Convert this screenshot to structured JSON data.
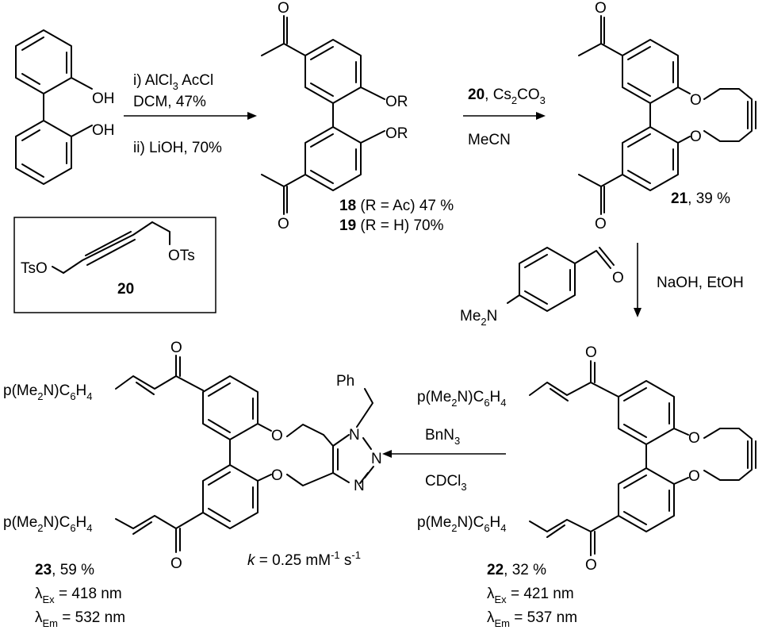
{
  "step1": {
    "line1": "i) AlCl",
    "line1_sub": "3",
    "line1_tail": " AcCl",
    "line2": "DCM, 47%",
    "line3": "ii) LiOH, 70%"
  },
  "step2": {
    "compound": "20",
    "reagent": ", Cs",
    "reagent_sub1": "2",
    "reagent_tail": "CO",
    "reagent_sub2": "3",
    "solvent": "MeCN"
  },
  "step3": {
    "reagent": "NaOH, EtOH",
    "aldehyde_group": "Me",
    "aldehyde_sub": "2",
    "aldehyde_n": "N"
  },
  "step4": {
    "reagent": "BnN",
    "reagent_sub": "3",
    "solvent": "CDCl",
    "solvent_sub": "3"
  },
  "start": {
    "oh1": "OH",
    "oh2": "OH"
  },
  "cmpd18_19": {
    "or1": "OR",
    "or2": "OR",
    "o1": "O",
    "o2": "O",
    "line1_num": "18",
    "line1_text": " (R = Ac) 47 %",
    "line2_num": "19",
    "line2_text": " (R = H) 70%"
  },
  "cmpd20": {
    "ots": "OTs",
    "tso": "TsO",
    "num": "20"
  },
  "cmpd21": {
    "o1": "O",
    "o2": "O",
    "o3": "O",
    "o4": "O",
    "num": "21",
    "yield": ", 39 %"
  },
  "cmpd22": {
    "o_top": "O",
    "o_bot": "O",
    "o1": "O",
    "o2": "O",
    "sub_top": "p(Me",
    "sub_top_2": "2",
    "sub_top_mid": "N)C",
    "sub_top_6": "6",
    "sub_top_h": "H",
    "sub_top_4": "4",
    "sub_bot": "p(Me",
    "sub_bot_2": "2",
    "sub_bot_mid": "N)C",
    "sub_bot_6": "6",
    "sub_bot_h": "H",
    "sub_bot_4": "4",
    "num": "22",
    "yield": ", 32 %",
    "ex_lambda": "λ",
    "ex_sub": "Ex",
    "ex_val": " = 421 nm",
    "em_lambda": "λ",
    "em_sub": "Em",
    "em_val": " = 537 nm"
  },
  "cmpd23": {
    "o_top": "O",
    "o_bot": "O",
    "o1": "O",
    "o2": "O",
    "ph": "Ph",
    "n1": "N",
    "n2": "N",
    "n3": "N",
    "sub_top": "p(Me",
    "sub_top_2": "2",
    "sub_top_mid": "N)C",
    "sub_top_6": "6",
    "sub_top_h": "H",
    "sub_top_4": "4",
    "sub_bot": "p(Me",
    "sub_bot_2": "2",
    "sub_bot_mid": "N)C",
    "sub_bot_6": "6",
    "sub_bot_h": "H",
    "sub_bot_4": "4",
    "num": "23",
    "yield": ", 59 %",
    "ex_lambda": "λ",
    "ex_sub": "Ex",
    "ex_val": " = 418 nm",
    "em_lambda": "λ",
    "em_sub": "Em",
    "em_val": " = 532 nm"
  },
  "rate": {
    "k": "k",
    "eq": " = 0.25 mM",
    "exp1": "-1",
    "s": " s",
    "exp2": "-1"
  }
}
